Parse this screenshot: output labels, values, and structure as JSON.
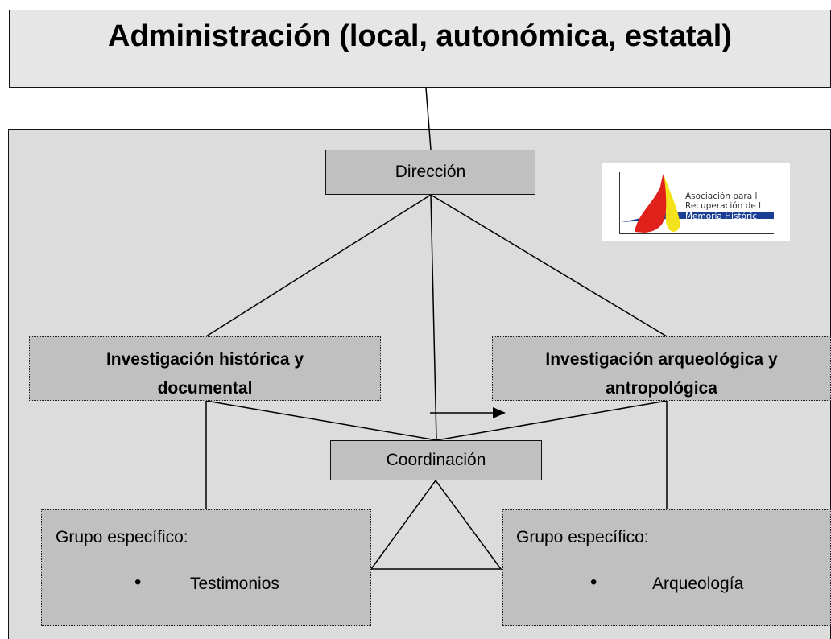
{
  "title": "Administración (local, autonómica, estatal)",
  "nodes": {
    "direccion": "Dirección",
    "coordinacion": "Coordinación",
    "invest_hist_line1": "Investigación histórica y",
    "invest_hist_line2": "documental",
    "invest_arq_line1": "Investigación arqueológica y",
    "invest_arq_line2": "antropológica"
  },
  "groups": {
    "left": {
      "label": "Grupo específico:",
      "bullet": "•",
      "item": "Testimonios"
    },
    "right": {
      "label": "Grupo específico:",
      "bullet": "•",
      "item": "Arqueología"
    }
  },
  "logo": {
    "line1": "Asociación para l",
    "line2": "Recuperación de l",
    "line3": "Memoria Históric"
  },
  "colors": {
    "title_bg": "#e6e6e6",
    "panel_bg": "#dcdcdc",
    "box_bg": "#c0c0c0",
    "logo_red": "#e0201b",
    "logo_yellow": "#f4e21a",
    "logo_blue": "#1b3e95"
  }
}
